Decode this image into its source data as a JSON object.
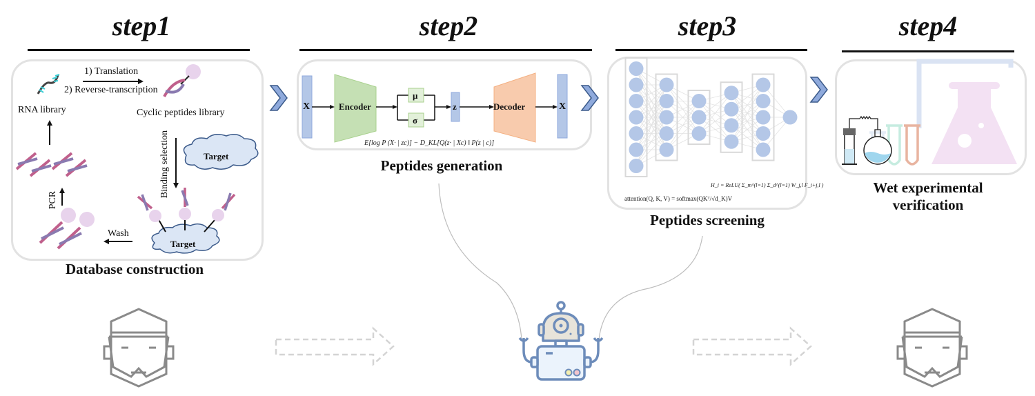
{
  "steps": [
    {
      "title": "step1",
      "caption": "Database construction"
    },
    {
      "title": "step2",
      "caption": "Peptides generation"
    },
    {
      "title": "step3",
      "caption": "Peptides screening"
    },
    {
      "title": "step4",
      "caption": "Wet experimental verification"
    }
  ],
  "step1_panel": {
    "rna_library": "RNA library",
    "translation": "1) Translation",
    "reverse_transcription": "2) Reverse-transcription",
    "cyclic_library": "Cyclic peptides library",
    "binding_selection": "Binding selection",
    "target_top": "Target",
    "target_bottom": "Target",
    "wash": "Wash",
    "pcr": "PCR"
  },
  "step2_panel": {
    "input": "X",
    "encoder": "Encoder",
    "mu": "μ",
    "sigma": "σ",
    "latent": "z",
    "decoder": "Decoder",
    "output": "X",
    "loss_formula": "E[log P (X· | zc)] − D_KL[Q(z· | Xc) ‖ P(z | c)]"
  },
  "step3_panel": {
    "layers": [
      7,
      5,
      3,
      4,
      5,
      1
    ],
    "relu_formula": "H_i = ReLU( Σ_m^(l=1) Σ_d^(l=1) W_j,l F_i+j,l )",
    "attention_formula": "attention(Q, K, V) = softmax(QKᵀ/√d_K)V"
  },
  "colors": {
    "node_blue": "#b4c7e7",
    "encoder_green": "#c5e0b4",
    "decoder_orange": "#f8cbad",
    "chevron_blue": "#8faadc",
    "panel_border": "#e2e2e2",
    "robot_stroke": "#6d8cba",
    "person_stroke": "#8a8a8a"
  }
}
